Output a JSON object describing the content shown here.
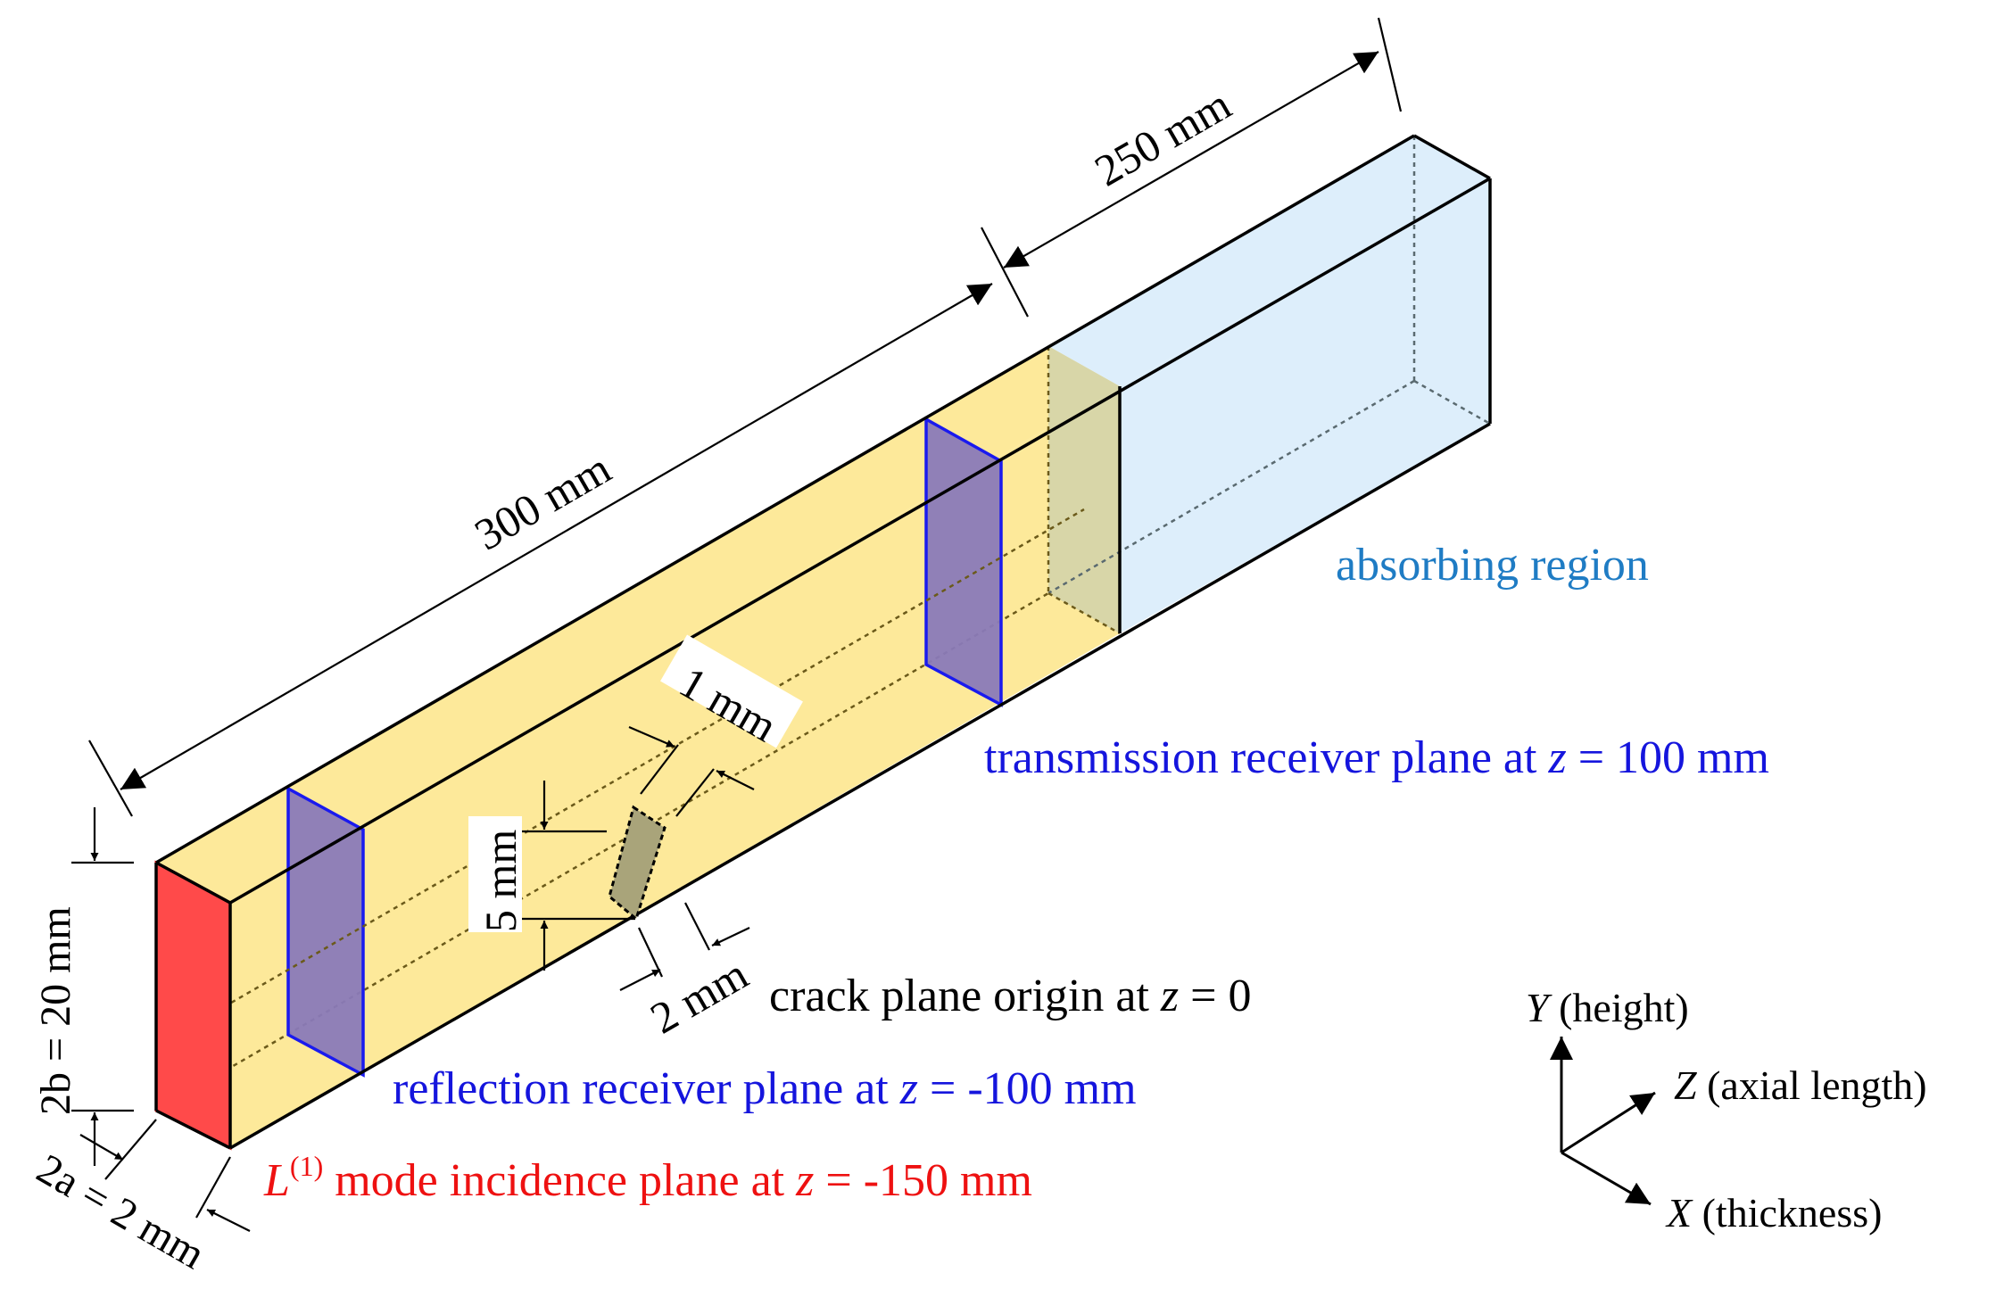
{
  "dimensions": {
    "length_300": "300 mm",
    "length_250": "250 mm",
    "height": "2b = 20 mm",
    "thickness": "2a = 2 mm",
    "crack_height": "5 mm",
    "crack_width": "1 mm",
    "crack_gap": "2 mm"
  },
  "labels": {
    "absorbing": "absorbing region",
    "transmission_prefix": "transmission receiver plane at ",
    "transmission_var": "z",
    "transmission_suffix": " = 100 mm",
    "crack_prefix": "crack plane origin at ",
    "crack_var": "z",
    "crack_suffix": " = 0",
    "reflection_prefix": "reflection receiver plane at ",
    "reflection_var": "z",
    "reflection_suffix": " = -100 mm",
    "incidence_L": "L",
    "incidence_sup": "(1)",
    "incidence_prefix": " mode incidence plane at ",
    "incidence_var": "z",
    "incidence_suffix": " = -150 mm"
  },
  "axes": {
    "y_var": "Y",
    "y_desc": " (height)",
    "z_var": "Z",
    "z_desc": " (axial length)",
    "x_var": "X",
    "x_desc": " (thickness)"
  },
  "colors": {
    "bar_fill": "#fde99a",
    "absorbing_fill": "#ddeefb",
    "incidence_plane": "#ff4a4a",
    "receiver_plane": "#8a7ab8",
    "receiver_edge": "#1a1aee",
    "absorbing_text": "#1f7cc4",
    "receiver_text": "#1515dd",
    "incidence_text": "#ee1111"
  }
}
